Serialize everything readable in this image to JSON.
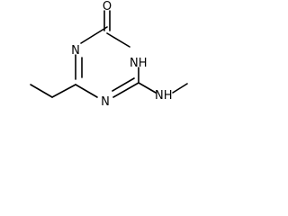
{
  "molecule": {
    "atoms": {
      "carbonyl_oxygen": "O",
      "ring_nitrogen_left": "N",
      "ring_nitrogen_nh": "NH",
      "ring_nitrogen_bottom": "N",
      "amine_nitrogen": "NH"
    }
  }
}
